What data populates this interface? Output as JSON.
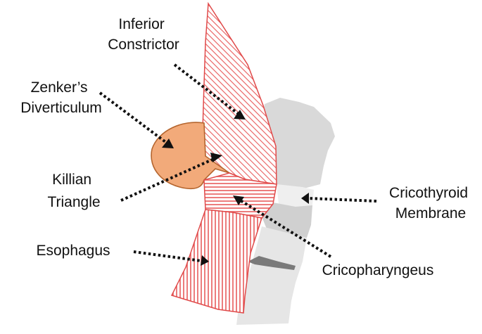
{
  "colors": {
    "cartilage": "#d9d9d9",
    "cartilage_dark": "#bfbfbf",
    "cartilage_light": "#e9e9e9",
    "membrane": "#f2f2f2",
    "muscle_stroke": "#e04a4a",
    "muscle_hatch": "#e85c5c",
    "diverticulum_fill": "#f2aa7a",
    "diverticulum_stroke": "#b5652e",
    "arrow": "#111111",
    "text": "#111111"
  },
  "labels": {
    "inferior_constrictor": [
      "Inferior",
      "Constrictor"
    ],
    "zenkers_diverticulum": [
      "Zenker’s",
      "Diverticulum"
    ],
    "killian_triangle": [
      "Killian",
      "Triangle"
    ],
    "esophagus": [
      "Esophagus"
    ],
    "cricothyroid_membrane": [
      "Cricothyroid",
      "Membrane"
    ],
    "cricopharyngeus": [
      "Cricopharyngeus"
    ]
  }
}
